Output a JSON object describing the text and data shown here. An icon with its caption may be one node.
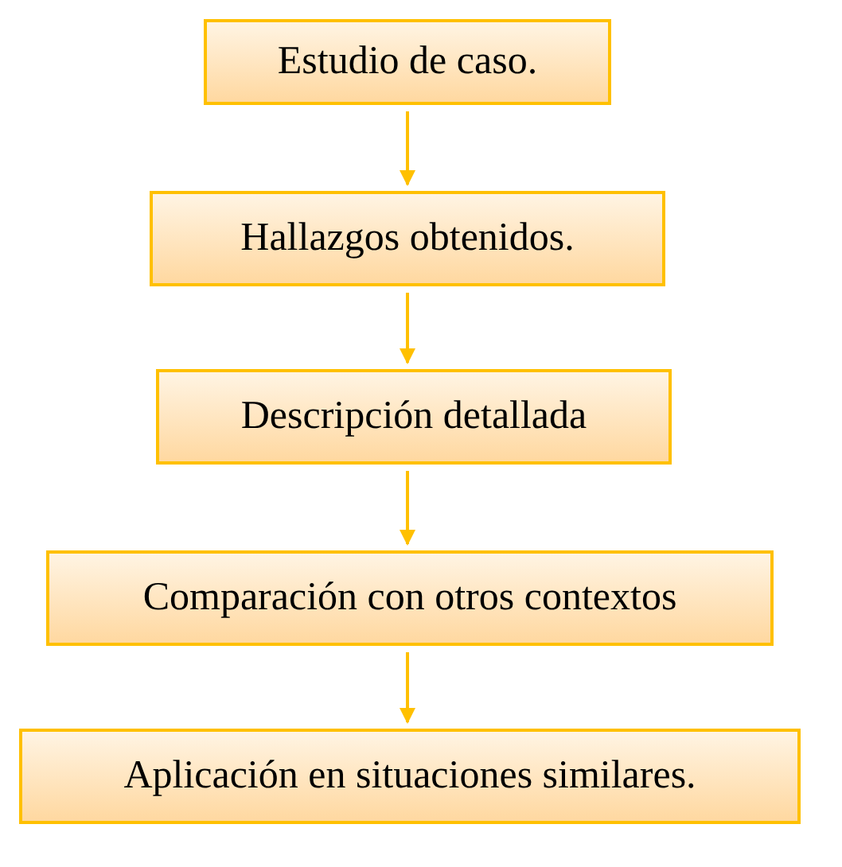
{
  "diagram": {
    "nodes": [
      {
        "text": [
          "Estudio de caso."
        ]
      },
      {
        "text": [
          "Hallazgos obtenidos."
        ]
      },
      {
        "text": [
          "Descripción detallada"
        ]
      },
      {
        "text": [
          "Comparación con otros contextos"
        ]
      },
      {
        "text": [
          "Aplicación en situaciones similares."
        ]
      }
    ],
    "edges": [
      {
        "from": 0,
        "to": 1,
        "arrow": "to"
      },
      {
        "from": 1,
        "to": 2,
        "arrow": "to"
      },
      {
        "from": 2,
        "to": 3,
        "arrow": "to"
      },
      {
        "from": 3,
        "to": 4,
        "arrow": "to"
      }
    ]
  }
}
